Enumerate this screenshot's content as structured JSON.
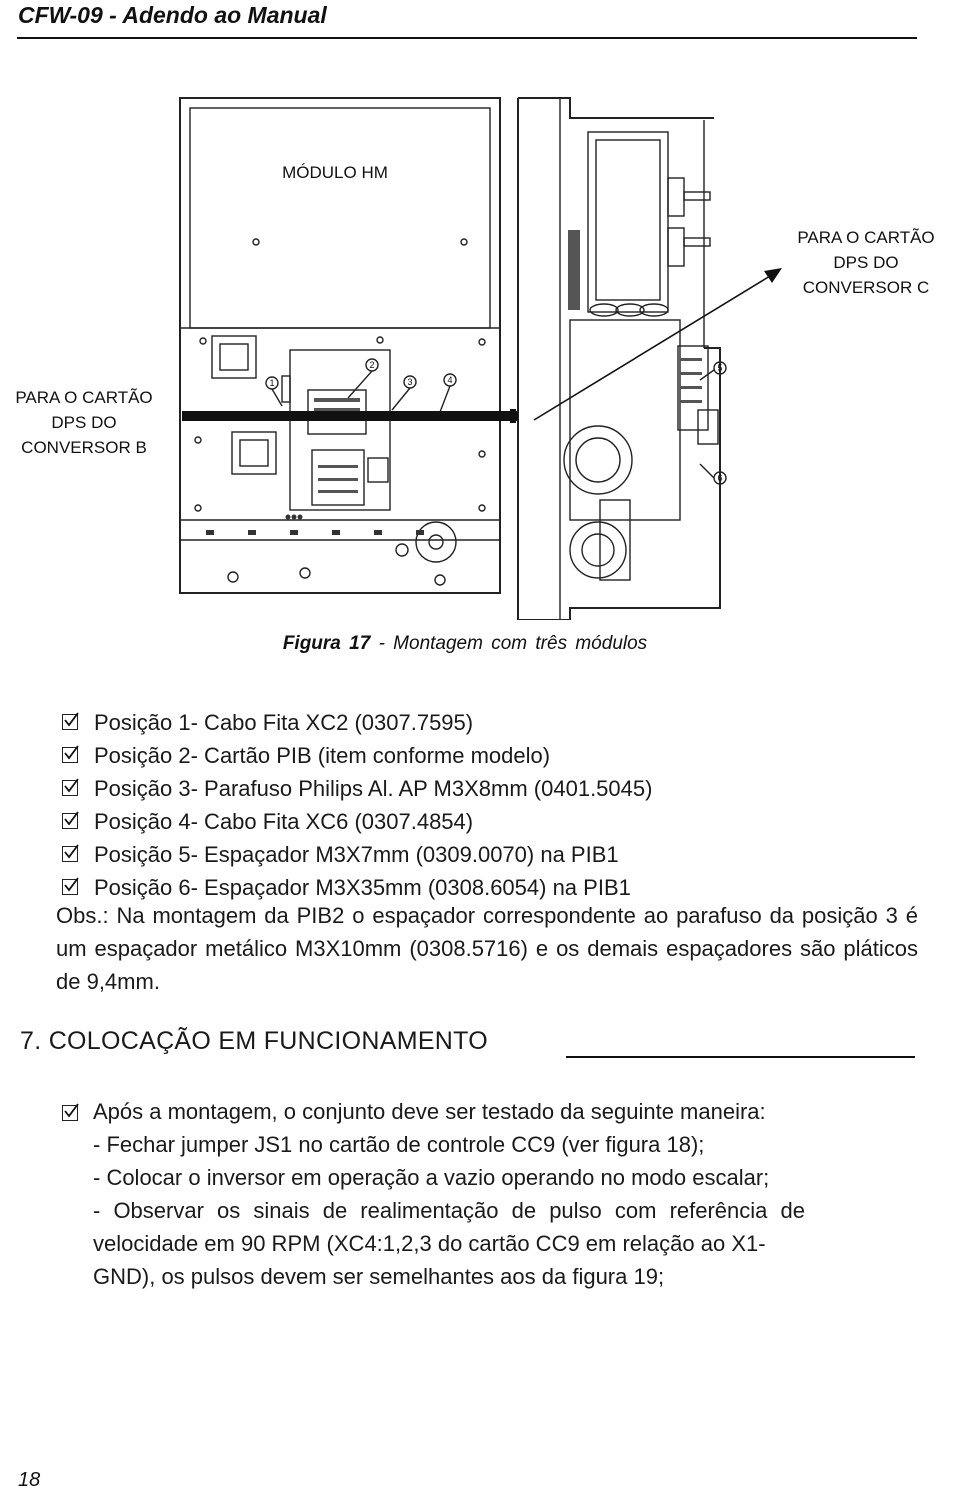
{
  "header": {
    "title": "CFW-09 - Adendo ao Manual"
  },
  "figure": {
    "label_modulo": "MÓDULO HM",
    "label_conv_c": [
      "PARA O CARTÃO",
      "DPS DO",
      "CONVERSOR C"
    ],
    "label_conv_b": [
      "PARA O CARTÃO",
      "DPS DO",
      "CONVERSOR B"
    ],
    "callouts": [
      "1",
      "2",
      "3",
      "4",
      "5",
      "6"
    ],
    "caption_bold": "Figura 17",
    "caption_rest": " - Montagem com três módulos"
  },
  "positions": [
    "Posição 1- Cabo Fita XC2 (0307.7595)",
    "Posição 2- Cartão PIB (item conforme modelo)",
    "Posição 3- Parafuso Philips Al. AP M3X8mm (0401.5045)",
    "Posição 4- Cabo Fita XC6 (0307.4854)",
    "Posição 5- Espaçador M3X7mm (0309.0070) na PIB1",
    "Posição 6- Espaçador M3X35mm (0308.6054) na PIB1"
  ],
  "obs": "Obs.: Na montagem da PIB2 o espaçador correspondente ao parafuso da posição 3 é um espaçador metálico M3X10mm (0308.5716) e os demais espaçadores são pláticos de 9,4mm.",
  "section": {
    "title": "7. COLOCAÇÃO EM FUNCIONAMENTO"
  },
  "steps": [
    "Após a montagem, o conjunto deve ser testado da seguinte maneira:",
    "- Fechar jumper JS1 no cartão de controle CC9 (ver figura 18);",
    "- Colocar o inversor em operação a vazio operando no modo escalar;",
    "- Observar os sinais de realimentação de pulso com referência de",
    "velocidade em 90 RPM (XC4:1,2,3 do cartão CC9 em relação ao X1-",
    "GND), os pulsos devem ser semelhantes aos da figura 19;"
  ],
  "page_number": "18",
  "icons": {
    "checkbox": "checkbox-checked-icon"
  }
}
